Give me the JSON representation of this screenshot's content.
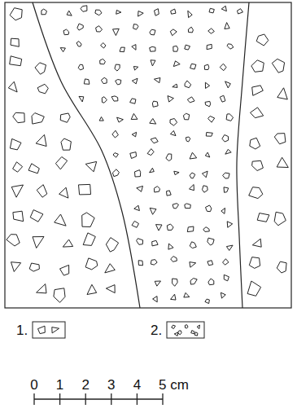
{
  "diagram": {
    "labels": [
      "0",
      "1",
      "2",
      "3",
      "4",
      "5 cm"
    ],
    "legend": [
      {
        "text": "1."
      },
      {
        "text": "2."
      }
    ]
  }
}
